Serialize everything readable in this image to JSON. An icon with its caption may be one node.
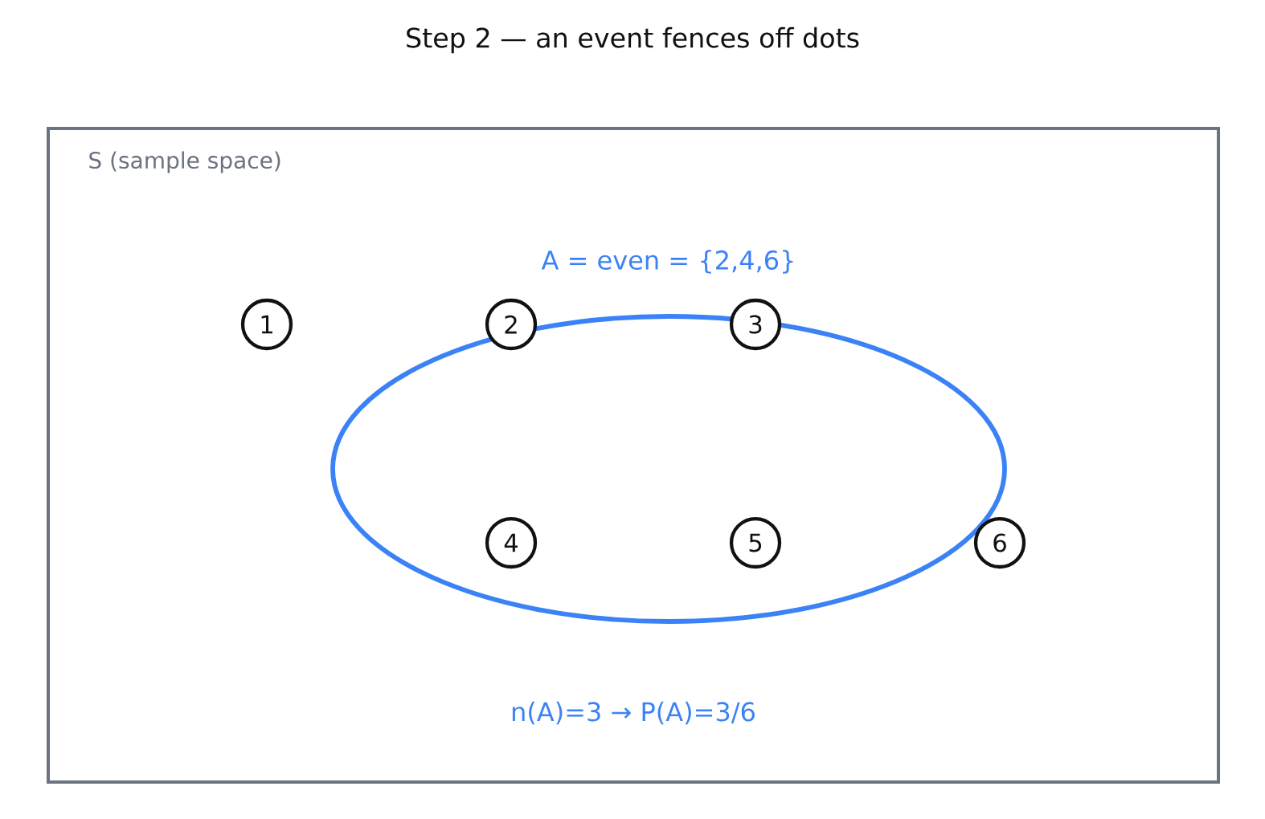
{
  "diagram": {
    "title": "Step 2 — an event fences off dots",
    "nodes": [
      {
        "text": [
          "S  (sample space)"
        ]
      },
      {
        "text": [
          "A = even = {2,4,6}"
        ],
        "in": 0
      },
      {
        "text": [
          "1"
        ],
        "in": 0
      },
      {
        "text": [
          "2"
        ],
        "in": 0
      },
      {
        "text": [
          "3"
        ],
        "in": 0
      },
      {
        "text": [
          "4"
        ],
        "in": 1
      },
      {
        "text": [
          "5"
        ],
        "in": 1
      },
      {
        "text": [
          "6"
        ],
        "in": 0
      }
    ],
    "labels": [
      "n(A)=3  →  P(A)=3/6"
    ]
  }
}
